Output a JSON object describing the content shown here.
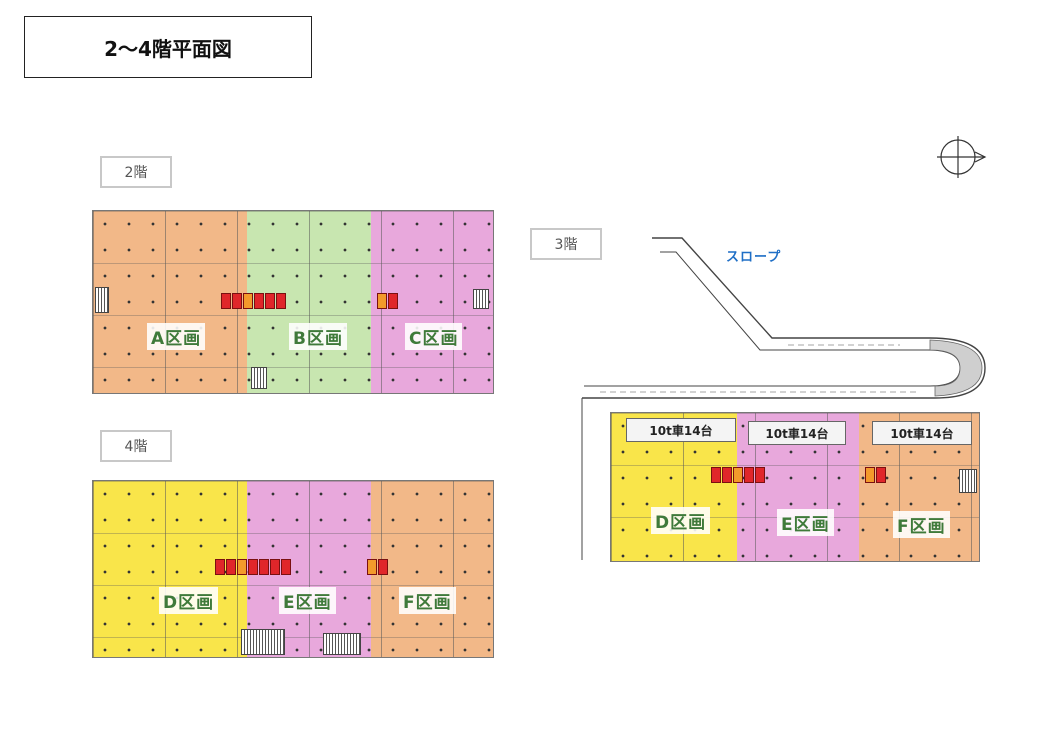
{
  "title": "2～4階平面図",
  "floors": {
    "f2": {
      "tag": "2階",
      "zones": [
        {
          "label": "A区画",
          "color": "#f2b888"
        },
        {
          "label": "B区画",
          "color": "#c8e6b0"
        },
        {
          "label": "C区画",
          "color": "#e8a8dc"
        }
      ]
    },
    "f4": {
      "tag": "4階",
      "zones": [
        {
          "label": "D区画",
          "color": "#f9e54a"
        },
        {
          "label": "E区画",
          "color": "#e8a8dc"
        },
        {
          "label": "F区画",
          "color": "#f2b888"
        }
      ]
    },
    "f3": {
      "tag": "3階",
      "slope_label": "スロープ",
      "zones": [
        {
          "label": "D区画",
          "color": "#f9e54a"
        },
        {
          "label": "E区画",
          "color": "#e8a8dc"
        },
        {
          "label": "F区画",
          "color": "#f2b888"
        }
      ],
      "truck_bays": [
        "10t車14台",
        "10t車14台",
        "10t車14台"
      ]
    }
  },
  "colors": {
    "elevator": "#e0262a",
    "elevator_alt": "#f39a2b",
    "slope_text": "#1f6fc6",
    "zone_text": "#3f7a3a"
  },
  "icons": {
    "north": "north-arrow-icon"
  }
}
